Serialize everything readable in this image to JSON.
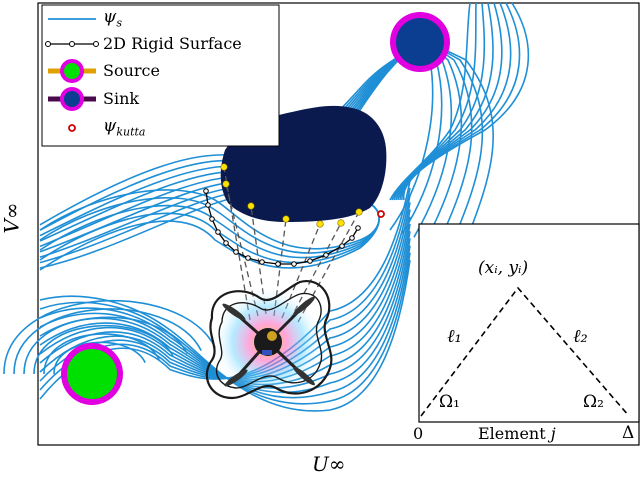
{
  "axes": {
    "xlabel": "U∞",
    "ylabel": "V∞"
  },
  "legend": {
    "items": [
      {
        "key": "streamline",
        "label_main": "ψ",
        "label_sub": "s"
      },
      {
        "key": "surface",
        "label_main": "2D Rigid Surface",
        "label_sub": ""
      },
      {
        "key": "source",
        "label_main": "Source",
        "label_sub": ""
      },
      {
        "key": "sink",
        "label_main": "Sink",
        "label_sub": ""
      },
      {
        "key": "kutta",
        "label_main": "ψ",
        "label_sub": "kutta"
      }
    ]
  },
  "inset": {
    "apex_label": "(xᵢ, yᵢ)",
    "left_edge_label": "ℓ₁",
    "right_edge_label": "ℓ₂",
    "left_angle_label": "Ω₁",
    "right_angle_label": "Ω₂",
    "origin_label": "0",
    "end_label": "Δ",
    "element_label": "Element",
    "element_index": "j"
  },
  "colors": {
    "streamline": "#1f8fd6",
    "source_fill": "#00e000",
    "source_ring": "#e000e0",
    "source_legend_bar": "#e0a000",
    "sink_fill": "#0b3d91",
    "sink_ring": "#e000e0",
    "sink_legend_bar": "#4a0a4a",
    "obstacle": "#0a1a4f",
    "surface_point": "#ffe000",
    "kutta": "#d00000"
  }
}
